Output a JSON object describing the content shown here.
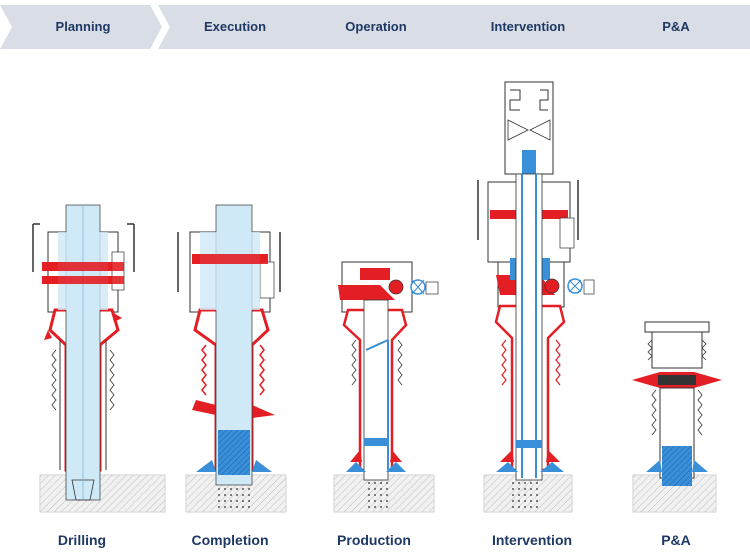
{
  "phases": [
    {
      "label": "Planning"
    },
    {
      "label": "Execution"
    },
    {
      "label": "Operation"
    },
    {
      "label": "Intervention"
    },
    {
      "label": "P&A"
    }
  ],
  "captions": [
    {
      "label": "Drilling"
    },
    {
      "label": "Completion"
    },
    {
      "label": "Production"
    },
    {
      "label": "Intervention"
    },
    {
      "label": "P&A"
    }
  ],
  "colors": {
    "chevron_fill": "#d9dee6",
    "heading_text": "#1f3864",
    "barrier_primary": "#e31e24",
    "barrier_secondary": "#3a8fd9",
    "well_fluid": "#cfe9f7",
    "ground": "#d9d9d9"
  }
}
